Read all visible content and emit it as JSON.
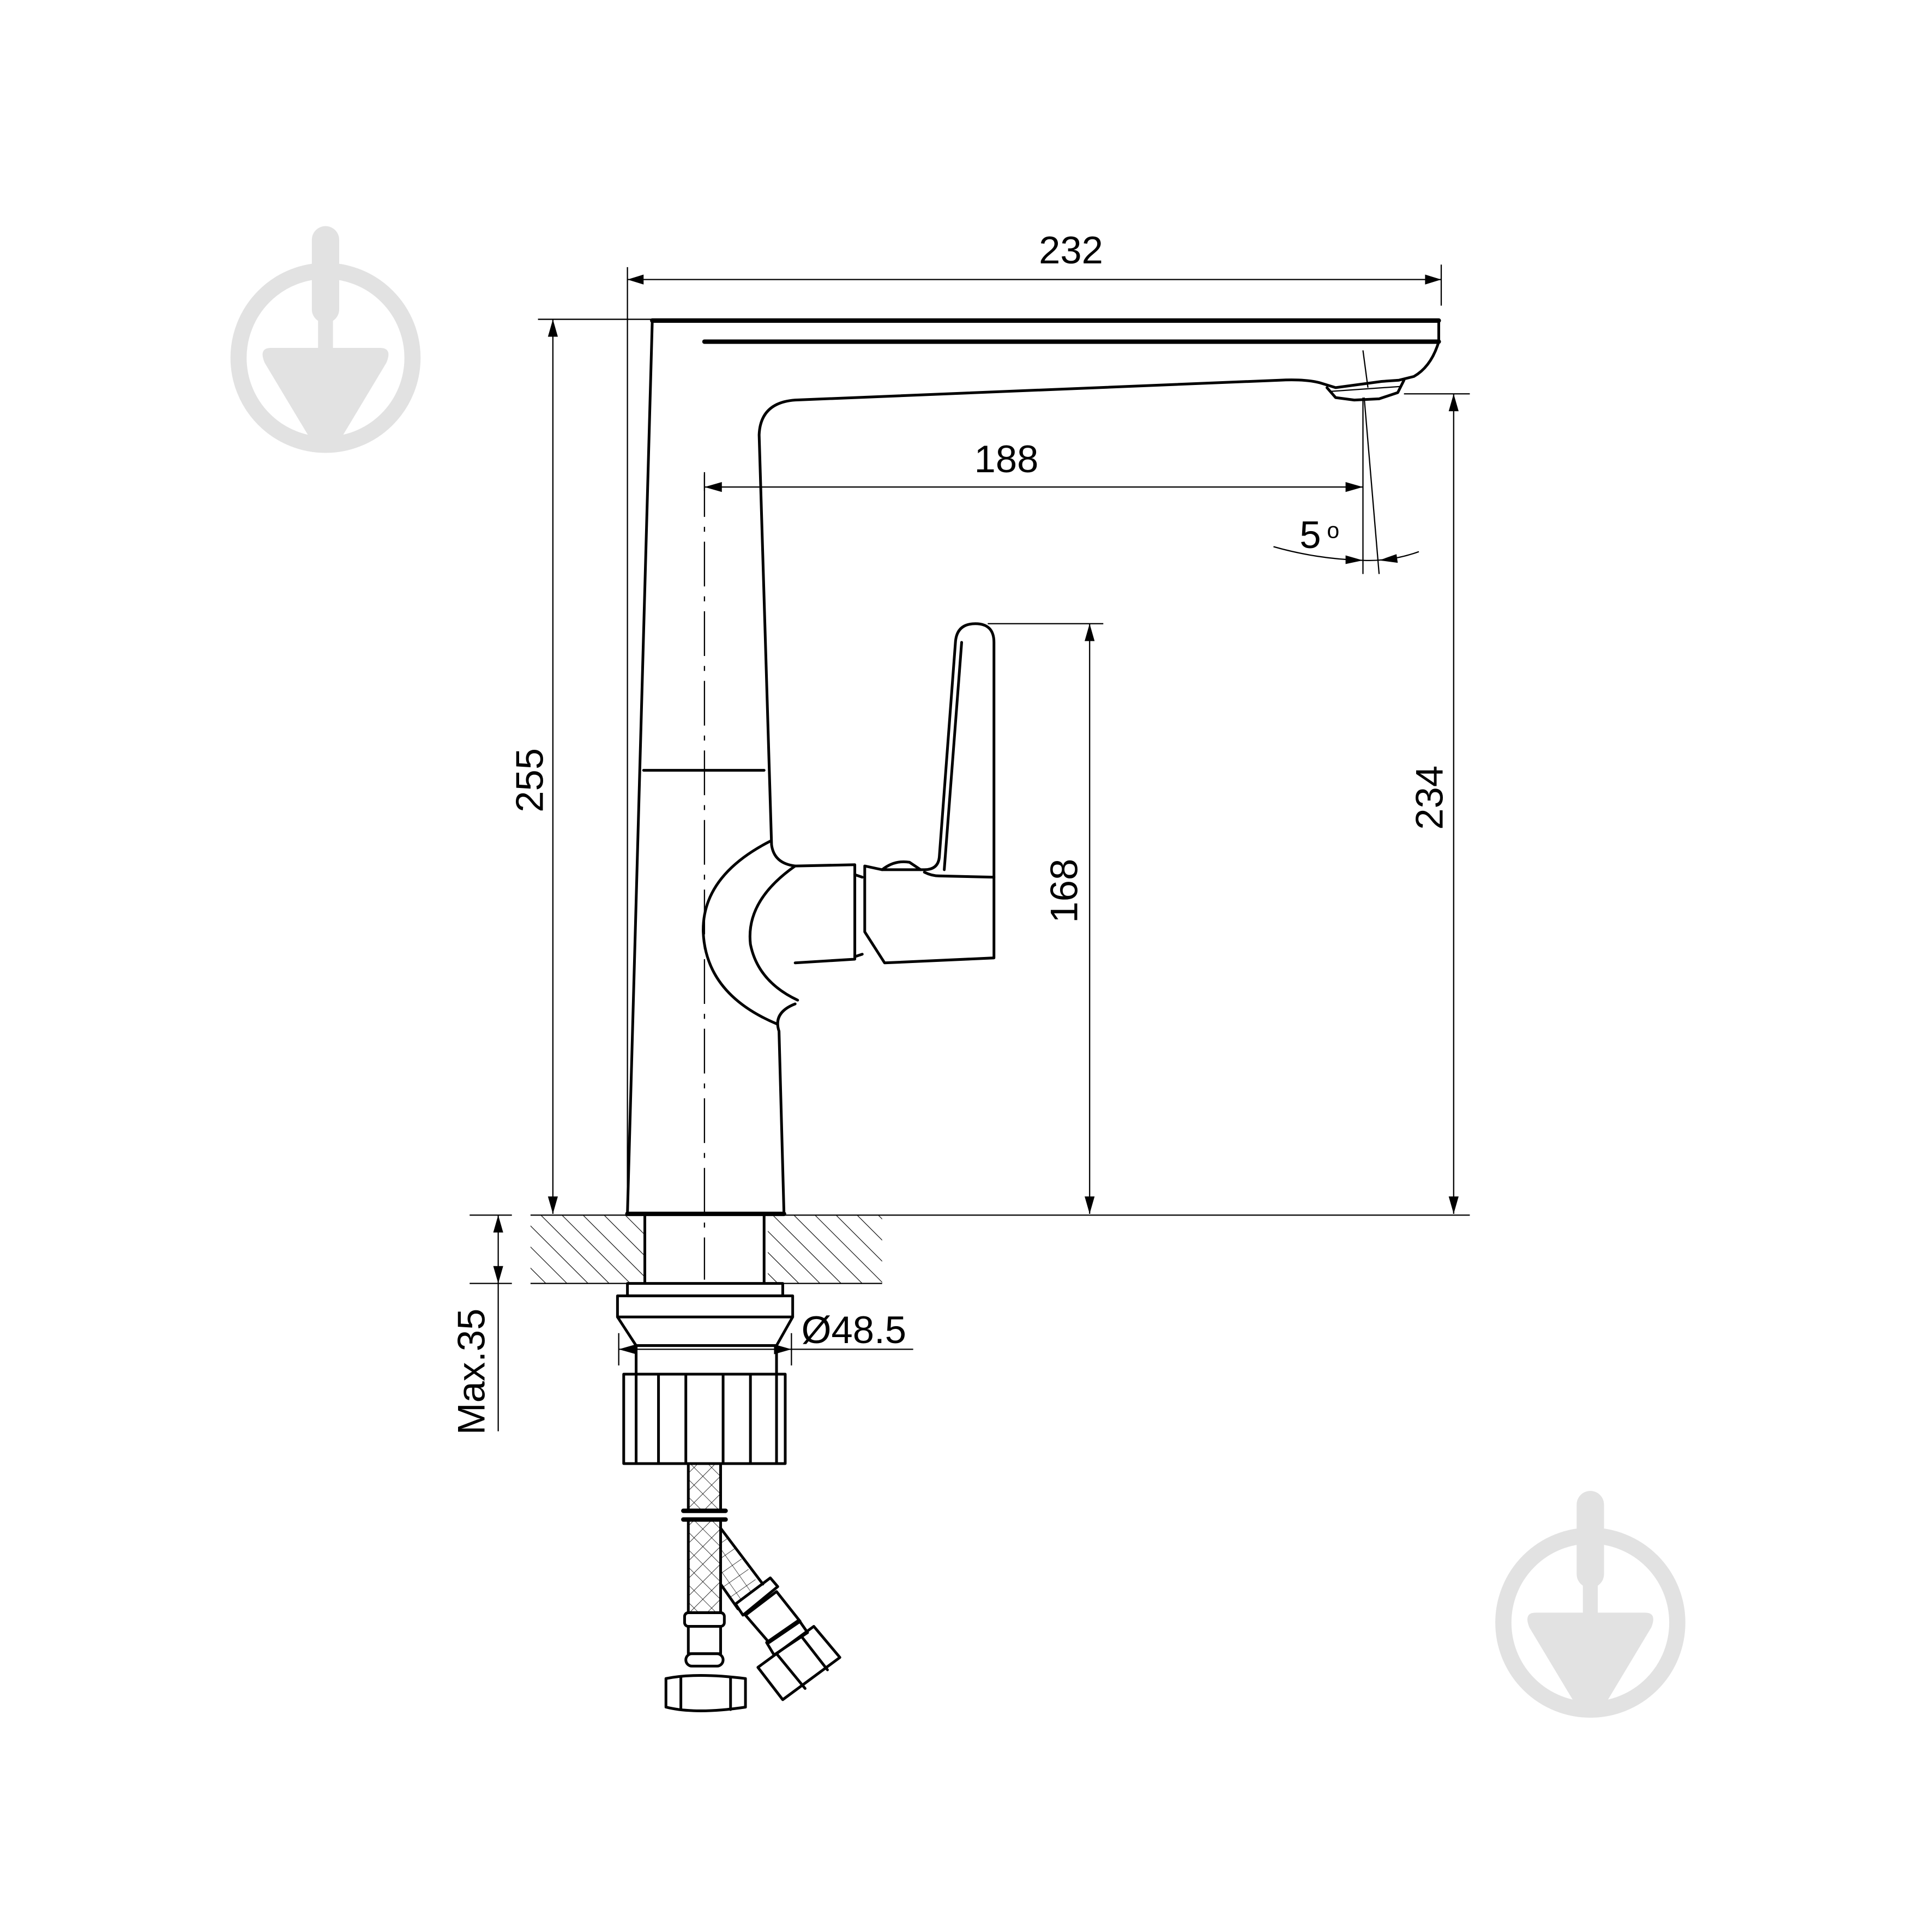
{
  "drawing": {
    "subject": "single-lever faucet side view with dimensions",
    "line_color": "#000000",
    "watermark_color": "#e2e2e2",
    "background": "#ffffff"
  },
  "dimensions": {
    "overall_reach": "232",
    "spout_reach": "188",
    "overall_height": "255",
    "spout_height": "234",
    "handle_height": "168",
    "spout_angle_value": "5",
    "spout_angle_unit": "o",
    "deck_thickness": "Max.35",
    "shank_diameter": "Ø48.5"
  },
  "watermarks": [
    {
      "name": "trowel-logo-top-left"
    },
    {
      "name": "trowel-logo-bottom-right"
    }
  ]
}
